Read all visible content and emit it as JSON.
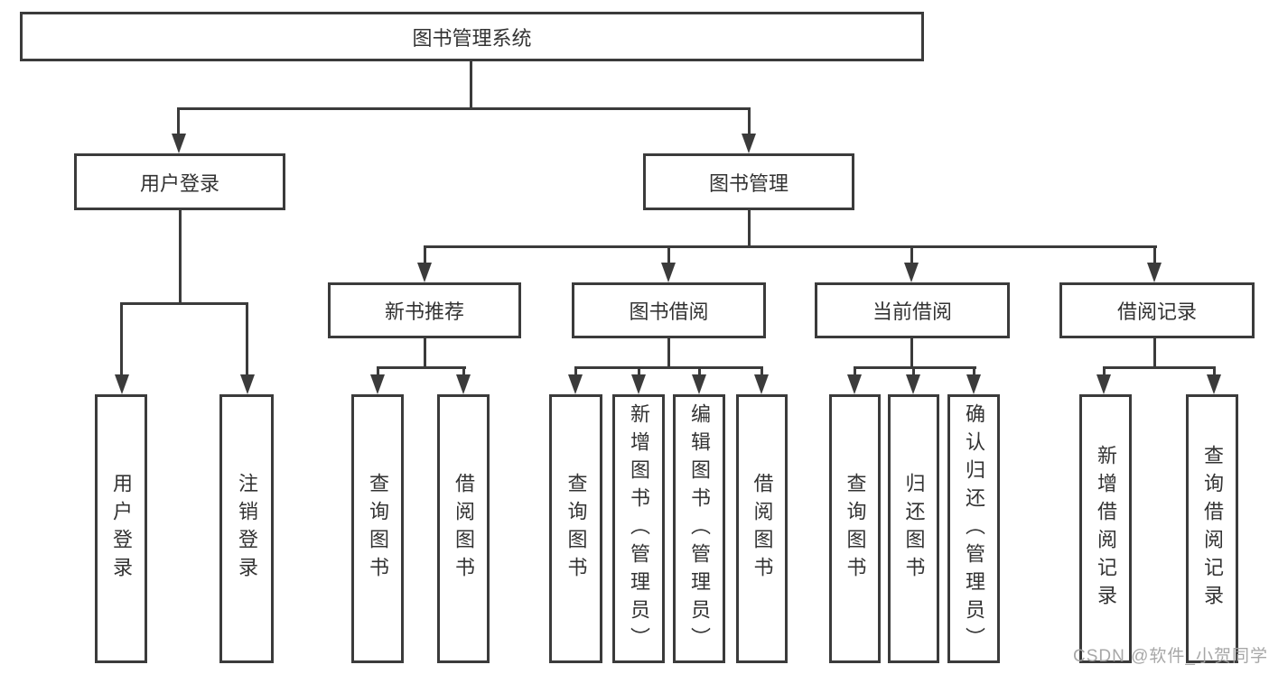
{
  "diagram": {
    "type": "hierarchy-tree",
    "root": {
      "label": "图书管理系统"
    },
    "branches": [
      {
        "label": "用户登录",
        "leaves": [
          "用户登录",
          "注销登录"
        ]
      },
      {
        "label": "图书管理",
        "groups": [
          {
            "label": "新书推荐",
            "leaves": [
              "查询图书",
              "借阅图书"
            ]
          },
          {
            "label": "图书借阅",
            "leaves": [
              "查询图书",
              "新增图书（管理员）",
              "编辑图书（管理员）",
              "借阅图书"
            ]
          },
          {
            "label": "当前借阅",
            "leaves": [
              "查询图书",
              "归还图书",
              "确认归还（管理员）"
            ]
          },
          {
            "label": "借阅记录",
            "leaves": [
              "新增借阅记录",
              "查询借阅记录"
            ]
          }
        ]
      }
    ]
  },
  "watermark": {
    "text": "CSDN @软件_小贺同学"
  },
  "colors": {
    "line": "#3b3b3b",
    "text": "#333333",
    "background": "#ffffff",
    "watermark": "#a3a3a3"
  }
}
